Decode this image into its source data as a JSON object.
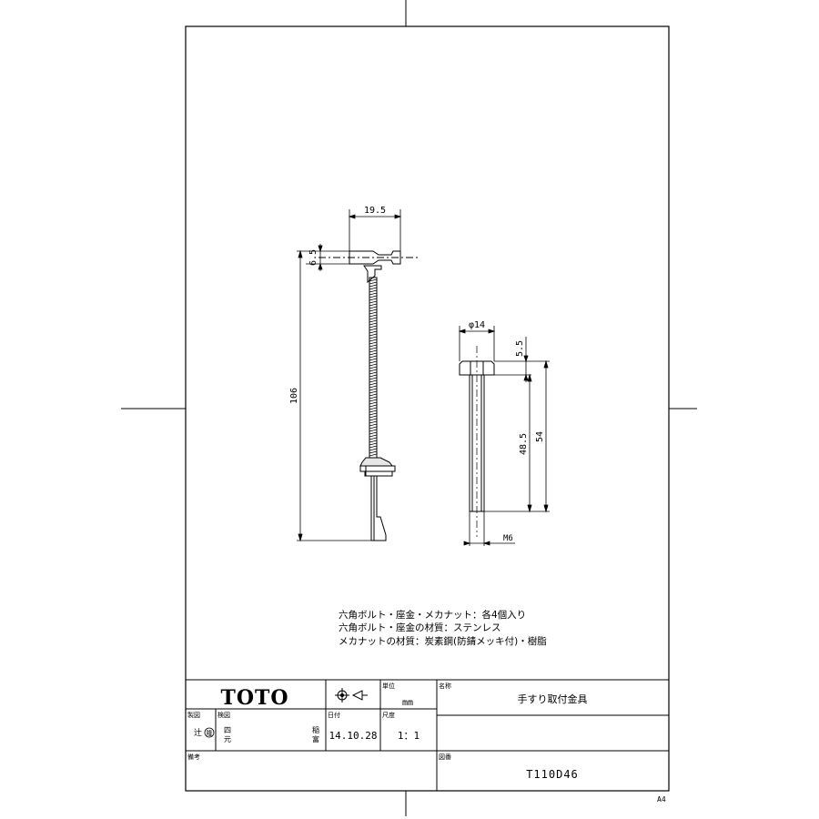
{
  "drawing": {
    "dims": {
      "head_width": "19.5",
      "head_thick": "6.5",
      "overall_length": "106",
      "diameter": "φ14",
      "bolt_head_h": "5.5",
      "thread_len": "48.5",
      "bolt_len": "54",
      "thread_size": "M6"
    },
    "notes": [
      "六角ボルト・座金・メカナット：各4個入り",
      "六角ボルト・座金の材質：ステンレス",
      "メカナットの材質：炭素鋼(防錆メッキ付)・樹脂"
    ]
  },
  "title_block": {
    "company": "TOTO",
    "unit_label": "単位",
    "unit_value": "mm",
    "name_label": "名称",
    "name_value": "手すり取付金具",
    "drawn_label": "製図",
    "drawn_value": "辻",
    "drawn_stamp": "隆",
    "checked_label": "検図",
    "checked_value_1": "四",
    "checked_value_2": "元",
    "approved_value_1": "稲",
    "approved_value_2": "富",
    "date_label": "日付",
    "date_value": "14.10.28",
    "scale_label": "尺度",
    "scale_value": "1：1",
    "remarks_label": "備考",
    "drawing_no_label": "図番",
    "drawing_no_value": "T110D46"
  },
  "paper_size": "A4"
}
